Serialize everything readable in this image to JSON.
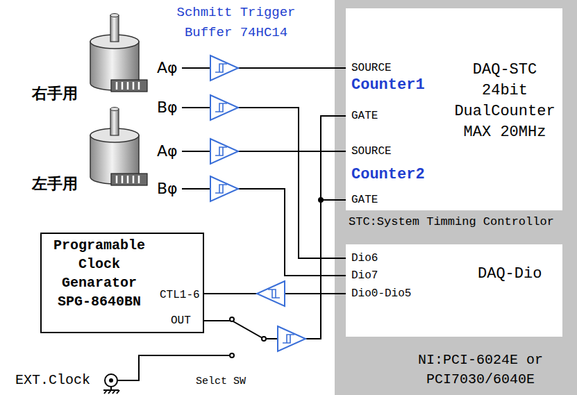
{
  "diagram": {
    "nodes": [
      {
        "text": [
          "NI:PCI-6024E or PCI7030/6040E"
        ]
      },
      {
        "text": [
          "DAQ-STC 24bit DualCounter MAX 20MHz",
          "SOURCE",
          "Counter1",
          "GATE",
          "SOURCE",
          "Counter2",
          "GATE",
          "STC:System Timming Controllor"
        ],
        "in": 0
      },
      {
        "text": [
          "DAQ-Dio",
          "Dio6",
          "Dio7",
          "Dio0-Dio5"
        ],
        "in": 0
      },
      {
        "text": [
          "Programable Clock Genarator SPG-8640BN",
          "CTL1-6",
          "OUT"
        ]
      }
    ],
    "edges": [
      {
        "from": 2,
        "to": 3,
        "arrow": "none"
      },
      {
        "from": 3,
        "to": 1,
        "arrow": "none"
      }
    ],
    "labels": [
      "Schmitt Trigger Buffer 74HC14",
      "右手用",
      "Aφ",
      "Bφ",
      "左手用",
      "Aφ",
      "Bφ",
      "EXT.Clock",
      "Selct SW"
    ]
  }
}
